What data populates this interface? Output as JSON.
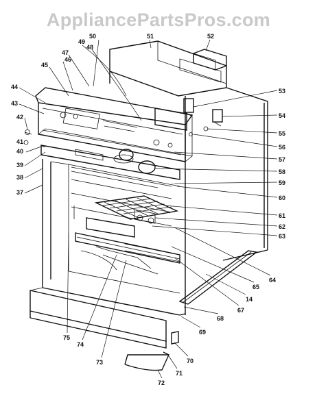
{
  "watermark": "AppliancePartsPros.com",
  "callouts": [
    "51",
    "52",
    "50",
    "49",
    "48",
    "47",
    "46",
    "45",
    "44",
    "43",
    "42",
    "41",
    "40",
    "39",
    "38",
    "37",
    "53",
    "54",
    "55",
    "56",
    "57",
    "58",
    "59",
    "60",
    "61",
    "62",
    "63",
    "64",
    "65",
    "14",
    "67",
    "68",
    "69",
    "70",
    "71",
    "72",
    "73",
    "74",
    "75"
  ]
}
